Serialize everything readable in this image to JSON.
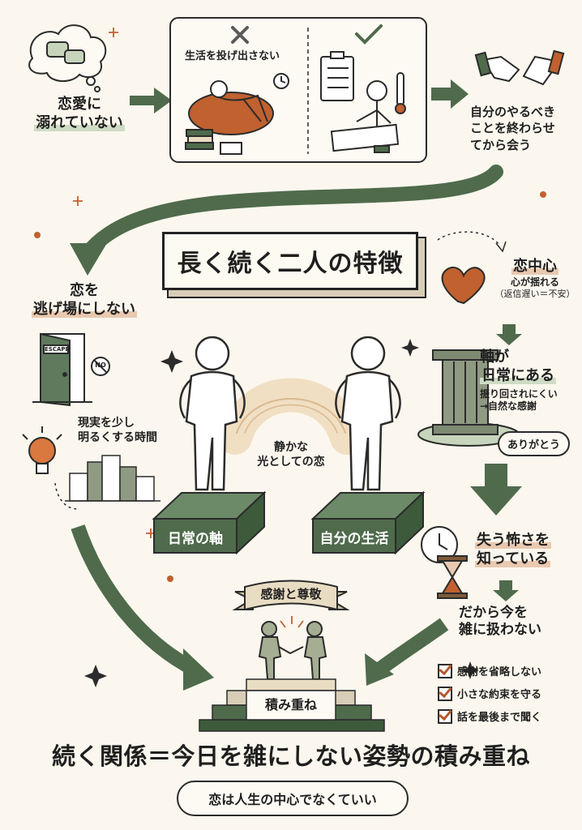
{
  "top": {
    "start_label_line1": "恋愛に",
    "start_label_line2": "溺れていない",
    "bad_caption": "生活を投げ出さない",
    "right_label_line1": "自分のやるべき",
    "right_label_line2": "ことを終わらせ",
    "right_label_line3": "てから会う"
  },
  "left": {
    "escape_line1": "恋を",
    "escape_line2": "逃げ場にしない",
    "door_sign": "ESCAPE",
    "no_sign": "NO",
    "reality_line1": "現実を少し",
    "reality_line2": "明るくする時間"
  },
  "center": {
    "title": "長く続く二人の特徴",
    "light_line1": "静かな",
    "light_line2": "光としての恋",
    "pedestal_left": "日常の軸",
    "pedestal_right": "自分の生活"
  },
  "right": {
    "love_center": "恋中心",
    "love_desc1": "心が揺れる",
    "love_desc2": "（返信遅い＝不安）",
    "axis_line1": "軸が",
    "axis_line2": "日常にある",
    "axis_desc1": "振り回されにくい",
    "axis_desc2": "→自然な感謝",
    "thanks_bubble": "ありがとう",
    "fear_line1": "失う怖さを",
    "fear_line2": "知っている",
    "careful_line1": "だから今を",
    "careful_line2": "雑に扱わない",
    "checklist": [
      "感謝を省略しない",
      "小さな約束を守る",
      "話を最後まで聞く"
    ]
  },
  "bottom": {
    "banner": "感謝と尊敬",
    "stack_label": "積み重ね",
    "headline": "続く関係＝今日を雑にしない姿勢の積み重ね",
    "pill": "恋は人生の中心でなくていい"
  },
  "colors": {
    "green": "#4f6b4c",
    "dark_green": "#3d5a3b",
    "accent": "#c0612f",
    "ink": "#2b2b2b",
    "paper": "#fbf7ee"
  }
}
